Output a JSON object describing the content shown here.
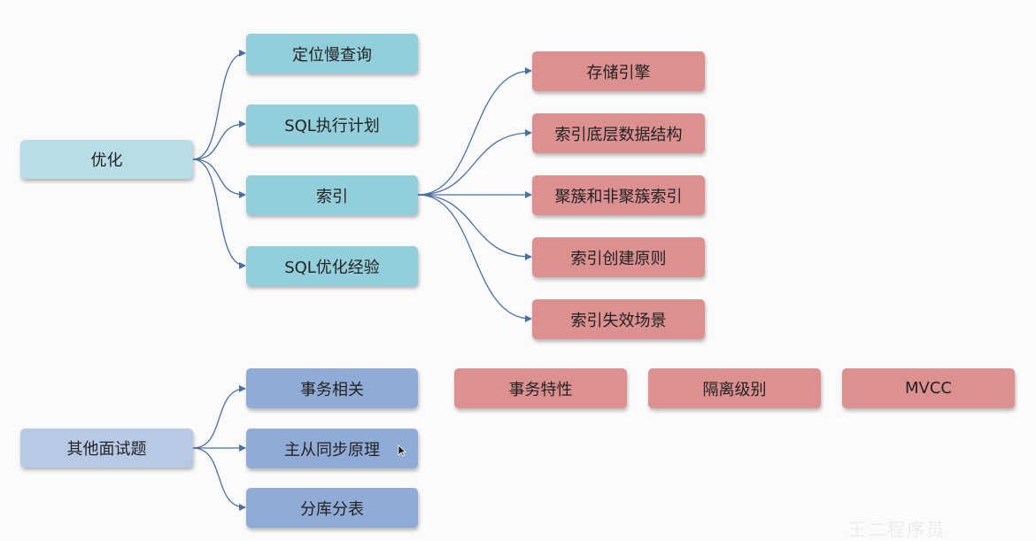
{
  "colors": {
    "root_teal": "#b7dde6",
    "root_blue": "#b8c9e6",
    "teal": "#93cedb",
    "blue": "#90acd6",
    "red": "#dd9090",
    "connector": "#4a6fa5"
  },
  "diagram": {
    "optimize": {
      "root": "优化",
      "children": [
        "定位慢查询",
        "SQL执行计划",
        "索引",
        "SQL优化经验"
      ],
      "index_children": [
        "存储引擎",
        "索引底层数据结构",
        "聚簇和非聚簇索引",
        "索引创建原则",
        "索引失效场景"
      ]
    },
    "other": {
      "root": "其他面试题",
      "children": [
        "事务相关",
        "主从同步原理",
        "分库分表"
      ],
      "transaction_children": [
        "事务特性",
        "隔离级别",
        "MVCC"
      ]
    }
  },
  "watermark": "王二程序员"
}
